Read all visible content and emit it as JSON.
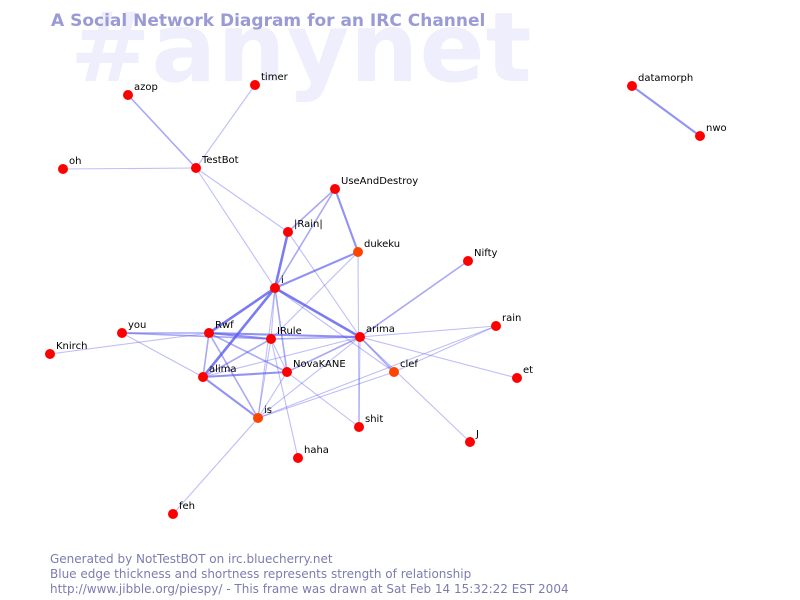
{
  "watermark": "#anynet",
  "title": "A Social Network Diagram for an IRC Channel",
  "colors": {
    "edge": "#5555ee",
    "node": "#ff0000",
    "node_alt": "#ff4400",
    "title": "#9a9ad6",
    "footer": "#7c7cb0",
    "watermark": "#eeeefc"
  },
  "nodes": [
    {
      "id": "azop",
      "label": "azop"
    },
    {
      "id": "timer",
      "label": "timer"
    },
    {
      "id": "datamorph",
      "label": "datamorph"
    },
    {
      "id": "nwo",
      "label": "nwo"
    },
    {
      "id": "oh",
      "label": "oh"
    },
    {
      "id": "TestBot",
      "label": "TestBot"
    },
    {
      "id": "UseAndDestroy",
      "label": "UseAndDestroy"
    },
    {
      "id": "Rain",
      "label": "|Rain|"
    },
    {
      "id": "dukeku",
      "label": "dukeku"
    },
    {
      "id": "Nifty",
      "label": "Nifty"
    },
    {
      "id": "i",
      "label": "i"
    },
    {
      "id": "you",
      "label": "you"
    },
    {
      "id": "Rwf",
      "label": "Rwf"
    },
    {
      "id": "IRule",
      "label": "IRule"
    },
    {
      "id": "arima",
      "label": "arima"
    },
    {
      "id": "rain",
      "label": "rain"
    },
    {
      "id": "Knirch",
      "label": "Knirch"
    },
    {
      "id": "NovaKANE",
      "label": "NovaKANE"
    },
    {
      "id": "clef",
      "label": "clef"
    },
    {
      "id": "alima",
      "label": "alima"
    },
    {
      "id": "et",
      "label": "et"
    },
    {
      "id": "is",
      "label": "is"
    },
    {
      "id": "shit",
      "label": "shit"
    },
    {
      "id": "J",
      "label": "J"
    },
    {
      "id": "haha",
      "label": "haha"
    },
    {
      "id": "feh",
      "label": "feh"
    }
  ],
  "edges": [
    {
      "from": "azop",
      "to": "TestBot",
      "weight": 2
    },
    {
      "from": "timer",
      "to": "TestBot",
      "weight": 1
    },
    {
      "from": "oh",
      "to": "TestBot",
      "weight": 1
    },
    {
      "from": "TestBot",
      "to": "Rain",
      "weight": 1
    },
    {
      "from": "TestBot",
      "to": "i",
      "weight": 1
    },
    {
      "from": "datamorph",
      "to": "nwo",
      "weight": 3
    },
    {
      "from": "UseAndDestroy",
      "to": "Rain",
      "weight": 2
    },
    {
      "from": "UseAndDestroy",
      "to": "dukeku",
      "weight": 3
    },
    {
      "from": "UseAndDestroy",
      "to": "i",
      "weight": 2
    },
    {
      "from": "Rain",
      "to": "i",
      "weight": 4
    },
    {
      "from": "Rain",
      "to": "arima",
      "weight": 1
    },
    {
      "from": "dukeku",
      "to": "i",
      "weight": 3
    },
    {
      "from": "dukeku",
      "to": "IRule",
      "weight": 1
    },
    {
      "from": "dukeku",
      "to": "shit",
      "weight": 1
    },
    {
      "from": "Nifty",
      "to": "arima",
      "weight": 2
    },
    {
      "from": "i",
      "to": "arima",
      "weight": 4
    },
    {
      "from": "i",
      "to": "Rwf",
      "weight": 4
    },
    {
      "from": "i",
      "to": "alima",
      "weight": 4
    },
    {
      "from": "i",
      "to": "NovaKANE",
      "weight": 2
    },
    {
      "from": "i",
      "to": "IRule",
      "weight": 1
    },
    {
      "from": "i",
      "to": "is",
      "weight": 1
    },
    {
      "from": "i",
      "to": "clef",
      "weight": 1
    },
    {
      "from": "you",
      "to": "Rwf",
      "weight": 2
    },
    {
      "from": "you",
      "to": "IRule",
      "weight": 2
    },
    {
      "from": "you",
      "to": "alima",
      "weight": 1
    },
    {
      "from": "Knirch",
      "to": "Rwf",
      "weight": 1
    },
    {
      "from": "Rwf",
      "to": "IRule",
      "weight": 3
    },
    {
      "from": "Rwf",
      "to": "arima",
      "weight": 3
    },
    {
      "from": "Rwf",
      "to": "alima",
      "weight": 2
    },
    {
      "from": "Rwf",
      "to": "is",
      "weight": 2
    },
    {
      "from": "Rwf",
      "to": "NovaKANE",
      "weight": 2
    },
    {
      "from": "IRule",
      "to": "arima",
      "weight": 2
    },
    {
      "from": "IRule",
      "to": "alima",
      "weight": 2
    },
    {
      "from": "IRule",
      "to": "NovaKANE",
      "weight": 1
    },
    {
      "from": "IRule",
      "to": "haha",
      "weight": 1
    },
    {
      "from": "IRule",
      "to": "is",
      "weight": 1
    },
    {
      "from": "arima",
      "to": "NovaKANE",
      "weight": 2
    },
    {
      "from": "arima",
      "to": "rain",
      "weight": 1
    },
    {
      "from": "arima",
      "to": "et",
      "weight": 1
    },
    {
      "from": "arima",
      "to": "clef",
      "weight": 2
    },
    {
      "from": "arima",
      "to": "J",
      "weight": 1
    },
    {
      "from": "arima",
      "to": "shit",
      "weight": 1
    },
    {
      "from": "arima",
      "to": "is",
      "weight": 1
    },
    {
      "from": "arima",
      "to": "alima",
      "weight": 1
    },
    {
      "from": "rain",
      "to": "clef",
      "weight": 1
    },
    {
      "from": "rain",
      "to": "is",
      "weight": 1
    },
    {
      "from": "NovaKANE",
      "to": "alima",
      "weight": 3
    },
    {
      "from": "NovaKANE",
      "to": "shit",
      "weight": 1
    },
    {
      "from": "NovaKANE",
      "to": "is",
      "weight": 1
    },
    {
      "from": "alima",
      "to": "is",
      "weight": 3
    },
    {
      "from": "is",
      "to": "feh",
      "weight": 1
    },
    {
      "from": "is",
      "to": "clef",
      "weight": 1
    }
  ],
  "footer": {
    "line1": "Generated by NotTestBOT on irc.bluecherry.net",
    "line2": "Blue edge thickness and shortness represents strength of relationship",
    "line3": "http://www.jibble.org/piespy/ - This frame was drawn at Sat Feb 14 15:32:22 EST 2004"
  }
}
